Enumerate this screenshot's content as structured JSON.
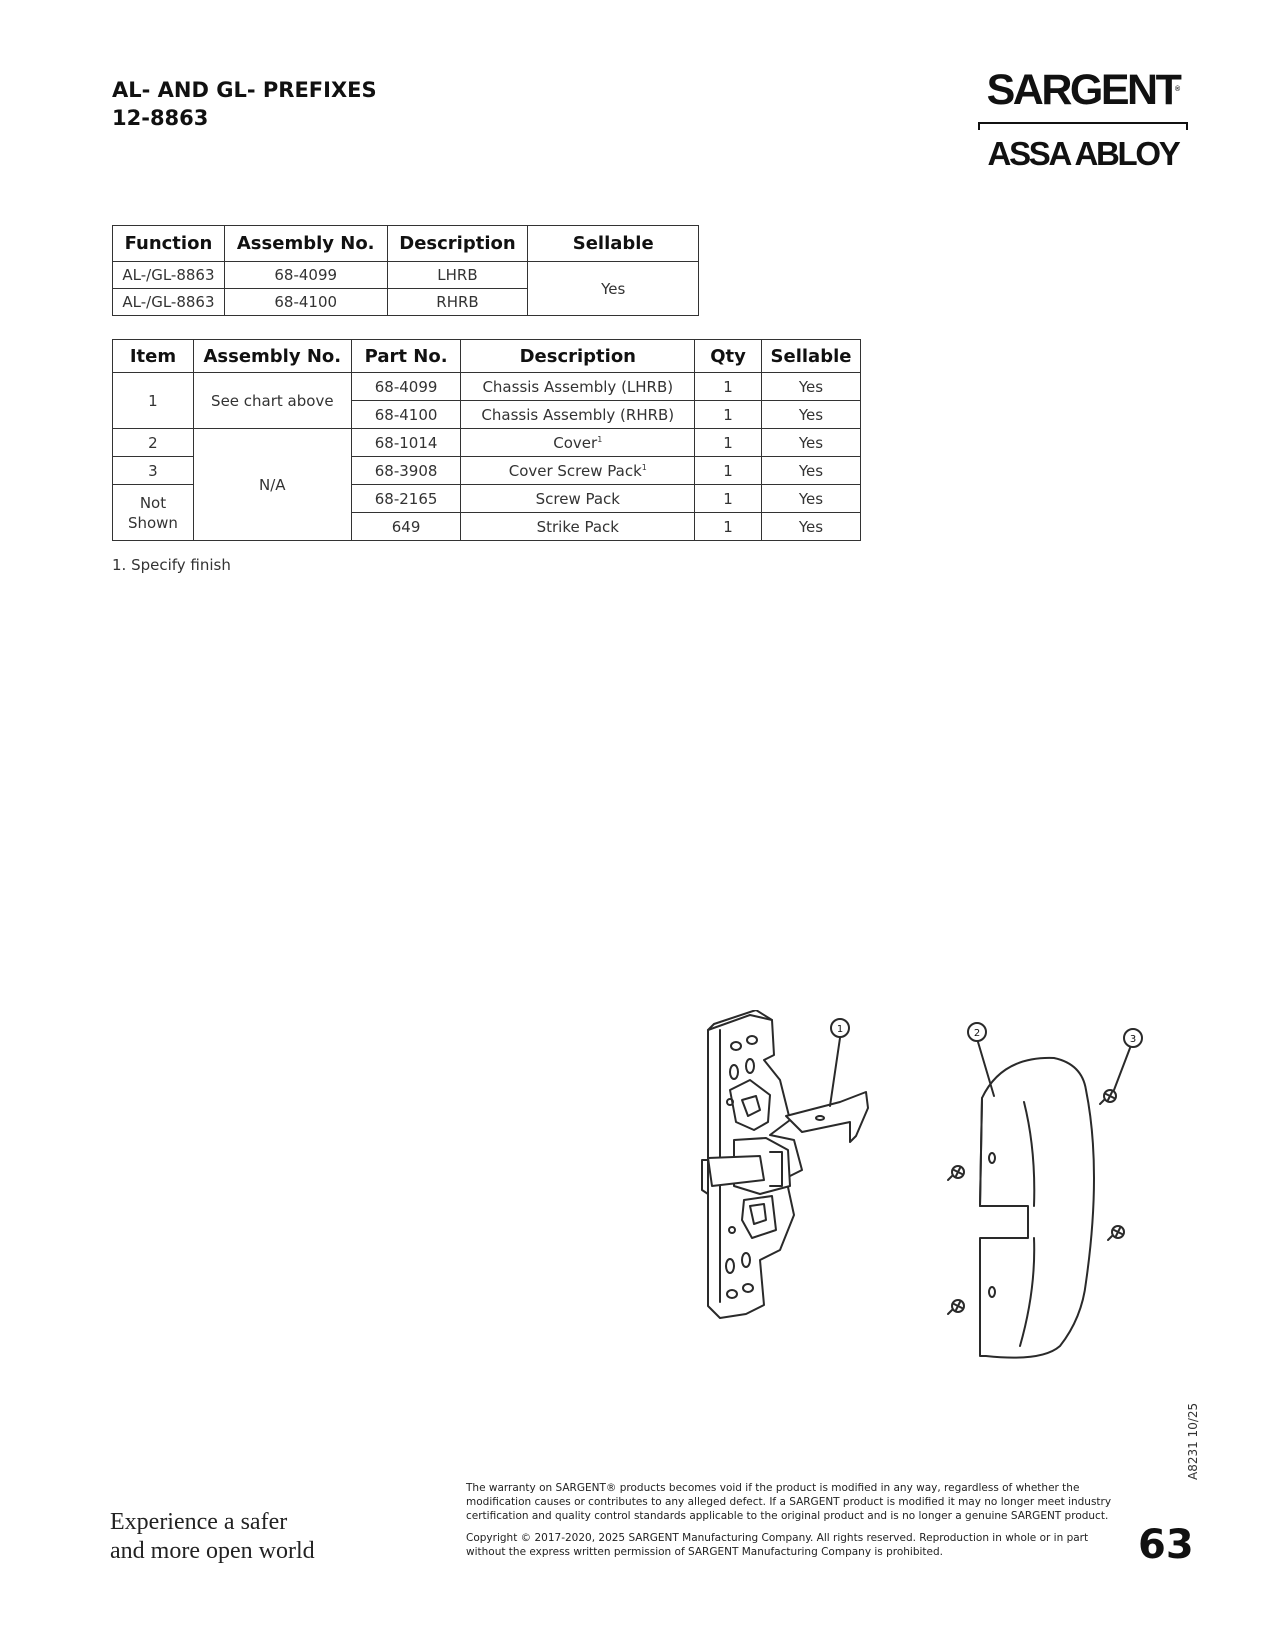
{
  "header": {
    "title_line1": "AL- AND GL- PREFIXES",
    "title_line2": "12-8863"
  },
  "logo": {
    "brand": "SARGENT",
    "registered": "®",
    "parent": "ASSA ABLOY"
  },
  "function_table": {
    "headers": [
      "Function",
      "Assembly No.",
      "Description",
      "Sellable"
    ],
    "rows": [
      [
        "AL-/GL-8863",
        "68-4099",
        "LHRB"
      ],
      [
        "AL-/GL-8863",
        "68-4100",
        "RHRB"
      ]
    ],
    "sellable_merged": "Yes"
  },
  "parts_table": {
    "headers": [
      "Item",
      "Assembly No.",
      "Part No.",
      "Description",
      "Qty",
      "Sellable"
    ],
    "item1": "1",
    "see_chart": "See chart above",
    "item2": "2",
    "item3": "3",
    "not_shown": "Not Shown",
    "na": "N/A",
    "footnote_mark": "1",
    "rows": [
      {
        "part": "68-4099",
        "desc": "Chassis Assembly (LHRB)",
        "qty": "1",
        "sellable": "Yes"
      },
      {
        "part": "68-4100",
        "desc": "Chassis Assembly (RHRB)",
        "qty": "1",
        "sellable": "Yes"
      },
      {
        "part": "68-1014",
        "desc": "Cover",
        "qty": "1",
        "sellable": "Yes"
      },
      {
        "part": "68-3908",
        "desc": "Cover Screw Pack",
        "qty": "1",
        "sellable": "Yes"
      },
      {
        "part": "68-2165",
        "desc": "Screw Pack",
        "qty": "1",
        "sellable": "Yes"
      },
      {
        "part": "649",
        "desc": "Strike Pack",
        "qty": "1",
        "sellable": "Yes"
      }
    ]
  },
  "footnote": "1. Specify finish",
  "diagram": {
    "callouts": [
      "1",
      "2",
      "3"
    ]
  },
  "doc_code": "A8231  10/25",
  "footer": {
    "tagline_line1": "Experience a safer",
    "tagline_line2": "and more open world",
    "warranty": "The warranty on SARGENT® products becomes void if the product is modified in any way, regardless of whether the modification causes or contributes to any alleged defect. If a SARGENT product is modified it may no longer meet industry certification and quality control standards applicable to the original product and is no longer a genuine SARGENT product.",
    "copyright": "Copyright © 2017-2020, 2025 SARGENT Manufacturing Company. All rights reserved. Reproduction in whole or in part without the express written permission of SARGENT Manufacturing Company is prohibited.",
    "page_number": "63"
  }
}
